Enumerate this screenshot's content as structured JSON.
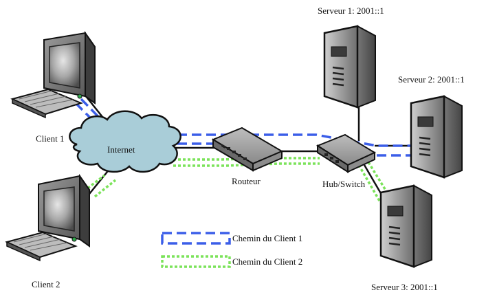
{
  "nodes": {
    "client1": "Client 1",
    "client2": "Client 2",
    "internet": "Internet",
    "router": "Routeur",
    "hub": "Hub/Switch",
    "server1": "Serveur 1: 2001::1",
    "server2": "Serveur 2: 2001::1",
    "server3": "Serveur 3: 2001::1"
  },
  "legend": {
    "client1_path": "Chemin du Client 1",
    "client2_path": "Chemin du Client 2"
  },
  "colors": {
    "client1_path": "#3b5ee8",
    "client2_path": "#7be35a",
    "cloud": "#a9cdd8",
    "device_dark": "#4a4a4a",
    "device_light": "#b5b5b5"
  }
}
